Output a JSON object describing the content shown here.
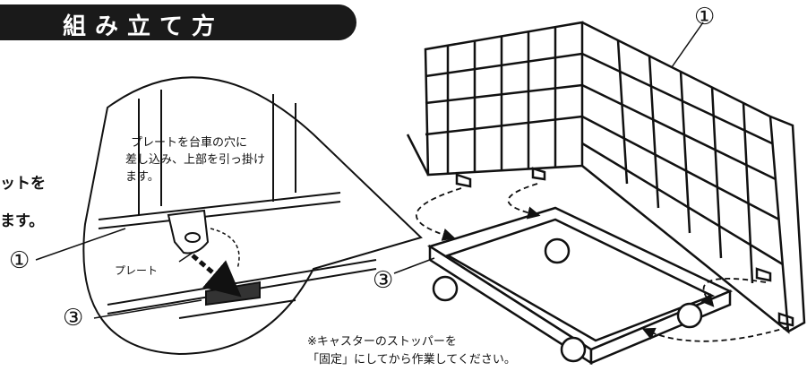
{
  "banner": {
    "title": "組み立て方"
  },
  "left_partial": {
    "line1": "ットを",
    "line2": "ます。"
  },
  "callout": {
    "instruction": [
      "プレートを台車の穴に",
      "差し込み、上部を引っ掛け",
      "ます。"
    ],
    "plate_label": "プレート",
    "marker_1": "①",
    "marker_3": "③"
  },
  "diagram": {
    "marker_1": "①",
    "marker_3": "③",
    "note": [
      "※キャスターのストッパーを",
      "「固定」にしてから作業してください。"
    ]
  },
  "colors": {
    "ink": "#111111",
    "banner": "#1a1a1a",
    "arrow": "#111111"
  }
}
